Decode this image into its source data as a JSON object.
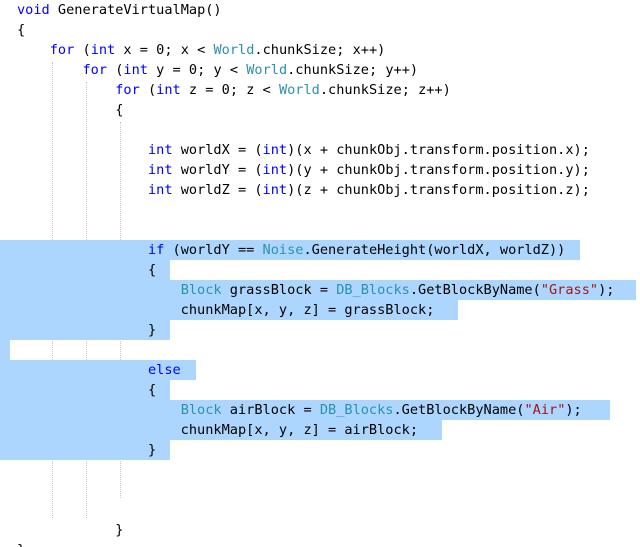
{
  "editor": {
    "colors": {
      "keyword": "#0000ff",
      "type": "#2b91af",
      "string": "#a31515",
      "text": "#000000",
      "selection": "#add6ff",
      "background": "#ffffff"
    },
    "lines": [
      [
        {
          "t": "void",
          "c": "kw"
        },
        {
          "t": " GenerateVirtualMap()",
          "c": "tx"
        }
      ],
      [
        {
          "t": "{",
          "c": "tx"
        }
      ],
      [
        {
          "t": "    ",
          "c": "tx"
        },
        {
          "t": "for",
          "c": "kw"
        },
        {
          "t": " (",
          "c": "tx"
        },
        {
          "t": "int",
          "c": "kw"
        },
        {
          "t": " x = 0; x < ",
          "c": "tx"
        },
        {
          "t": "World",
          "c": "ty"
        },
        {
          "t": ".chunkSize; x++)",
          "c": "tx"
        }
      ],
      [
        {
          "t": "        ",
          "c": "tx"
        },
        {
          "t": "for",
          "c": "kw"
        },
        {
          "t": " (",
          "c": "tx"
        },
        {
          "t": "int",
          "c": "kw"
        },
        {
          "t": " y = 0; y < ",
          "c": "tx"
        },
        {
          "t": "World",
          "c": "ty"
        },
        {
          "t": ".chunkSize; y++)",
          "c": "tx"
        }
      ],
      [
        {
          "t": "            ",
          "c": "tx"
        },
        {
          "t": "for",
          "c": "kw"
        },
        {
          "t": " (",
          "c": "tx"
        },
        {
          "t": "int",
          "c": "kw"
        },
        {
          "t": " z = 0; z < ",
          "c": "tx"
        },
        {
          "t": "World",
          "c": "ty"
        },
        {
          "t": ".chunkSize; z++)",
          "c": "tx"
        }
      ],
      [
        {
          "t": "            {",
          "c": "tx"
        }
      ],
      [],
      [
        {
          "t": "                ",
          "c": "tx"
        },
        {
          "t": "int",
          "c": "kw"
        },
        {
          "t": " worldX = (",
          "c": "tx"
        },
        {
          "t": "int",
          "c": "kw"
        },
        {
          "t": ")(x + chunkObj.transform.position.x);",
          "c": "tx"
        }
      ],
      [
        {
          "t": "                ",
          "c": "tx"
        },
        {
          "t": "int",
          "c": "kw"
        },
        {
          "t": " worldY = (",
          "c": "tx"
        },
        {
          "t": "int",
          "c": "kw"
        },
        {
          "t": ")(y + chunkObj.transform.position.y);",
          "c": "tx"
        }
      ],
      [
        {
          "t": "                ",
          "c": "tx"
        },
        {
          "t": "int",
          "c": "kw"
        },
        {
          "t": " worldZ = (",
          "c": "tx"
        },
        {
          "t": "int",
          "c": "kw"
        },
        {
          "t": ")(z + chunkObj.transform.position.z);",
          "c": "tx"
        }
      ],
      [],
      [],
      [
        {
          "t": "                ",
          "c": "tx"
        },
        {
          "t": "if",
          "c": "kw"
        },
        {
          "t": " (worldY == ",
          "c": "tx"
        },
        {
          "t": "Noise",
          "c": "ty"
        },
        {
          "t": ".GenerateHeight(worldX, worldZ))",
          "c": "tx"
        }
      ],
      [
        {
          "t": "                {",
          "c": "tx"
        }
      ],
      [
        {
          "t": "                    ",
          "c": "tx"
        },
        {
          "t": "Block",
          "c": "ty"
        },
        {
          "t": " grassBlock = ",
          "c": "tx"
        },
        {
          "t": "DB_Blocks",
          "c": "ty"
        },
        {
          "t": ".GetBlockByName(",
          "c": "tx"
        },
        {
          "t": "\"Grass\"",
          "c": "st"
        },
        {
          "t": ");",
          "c": "tx"
        }
      ],
      [
        {
          "t": "                    chunkMap[x, y, z] = grassBlock;",
          "c": "tx"
        }
      ],
      [
        {
          "t": "                }",
          "c": "tx"
        }
      ],
      [],
      [
        {
          "t": "                ",
          "c": "tx"
        },
        {
          "t": "else",
          "c": "kw"
        }
      ],
      [
        {
          "t": "                {",
          "c": "tx"
        }
      ],
      [
        {
          "t": "                    ",
          "c": "tx"
        },
        {
          "t": "Block",
          "c": "ty"
        },
        {
          "t": " airBlock = ",
          "c": "tx"
        },
        {
          "t": "DB_Blocks",
          "c": "ty"
        },
        {
          "t": ".GetBlockByName(",
          "c": "tx"
        },
        {
          "t": "\"Air\"",
          "c": "st"
        },
        {
          "t": ");",
          "c": "tx"
        }
      ],
      [
        {
          "t": "                    chunkMap[x, y, z] = airBlock;",
          "c": "tx"
        }
      ],
      [
        {
          "t": "                }",
          "c": "tx"
        }
      ],
      [],
      [],
      [],
      [
        {
          "t": "            }",
          "c": "tx"
        }
      ],
      [
        {
          "t": "}",
          "c": "tx"
        }
      ]
    ]
  }
}
